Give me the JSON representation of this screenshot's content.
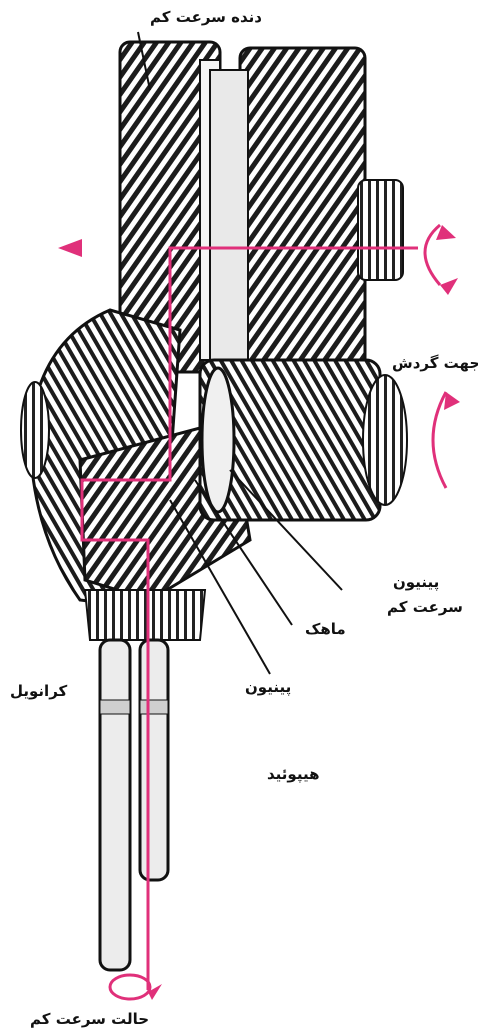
{
  "labels": {
    "low_speed_gear": "دنده سرعت کم",
    "rotation_direction": "جهت گردش",
    "low_speed_pinion_line1": "پینیون",
    "low_speed_pinion_line2": "سرعت کم",
    "dog_clutch": "ماهک",
    "pinion": "پینیون",
    "crown_wheel": "کرانویل",
    "hypoid": "هیپوئید",
    "low_speed_state": "حالت سرعت کم"
  },
  "colors": {
    "power_flow": "#e0307a",
    "ink": "#1a1a1a",
    "paper": "#ffffff"
  }
}
